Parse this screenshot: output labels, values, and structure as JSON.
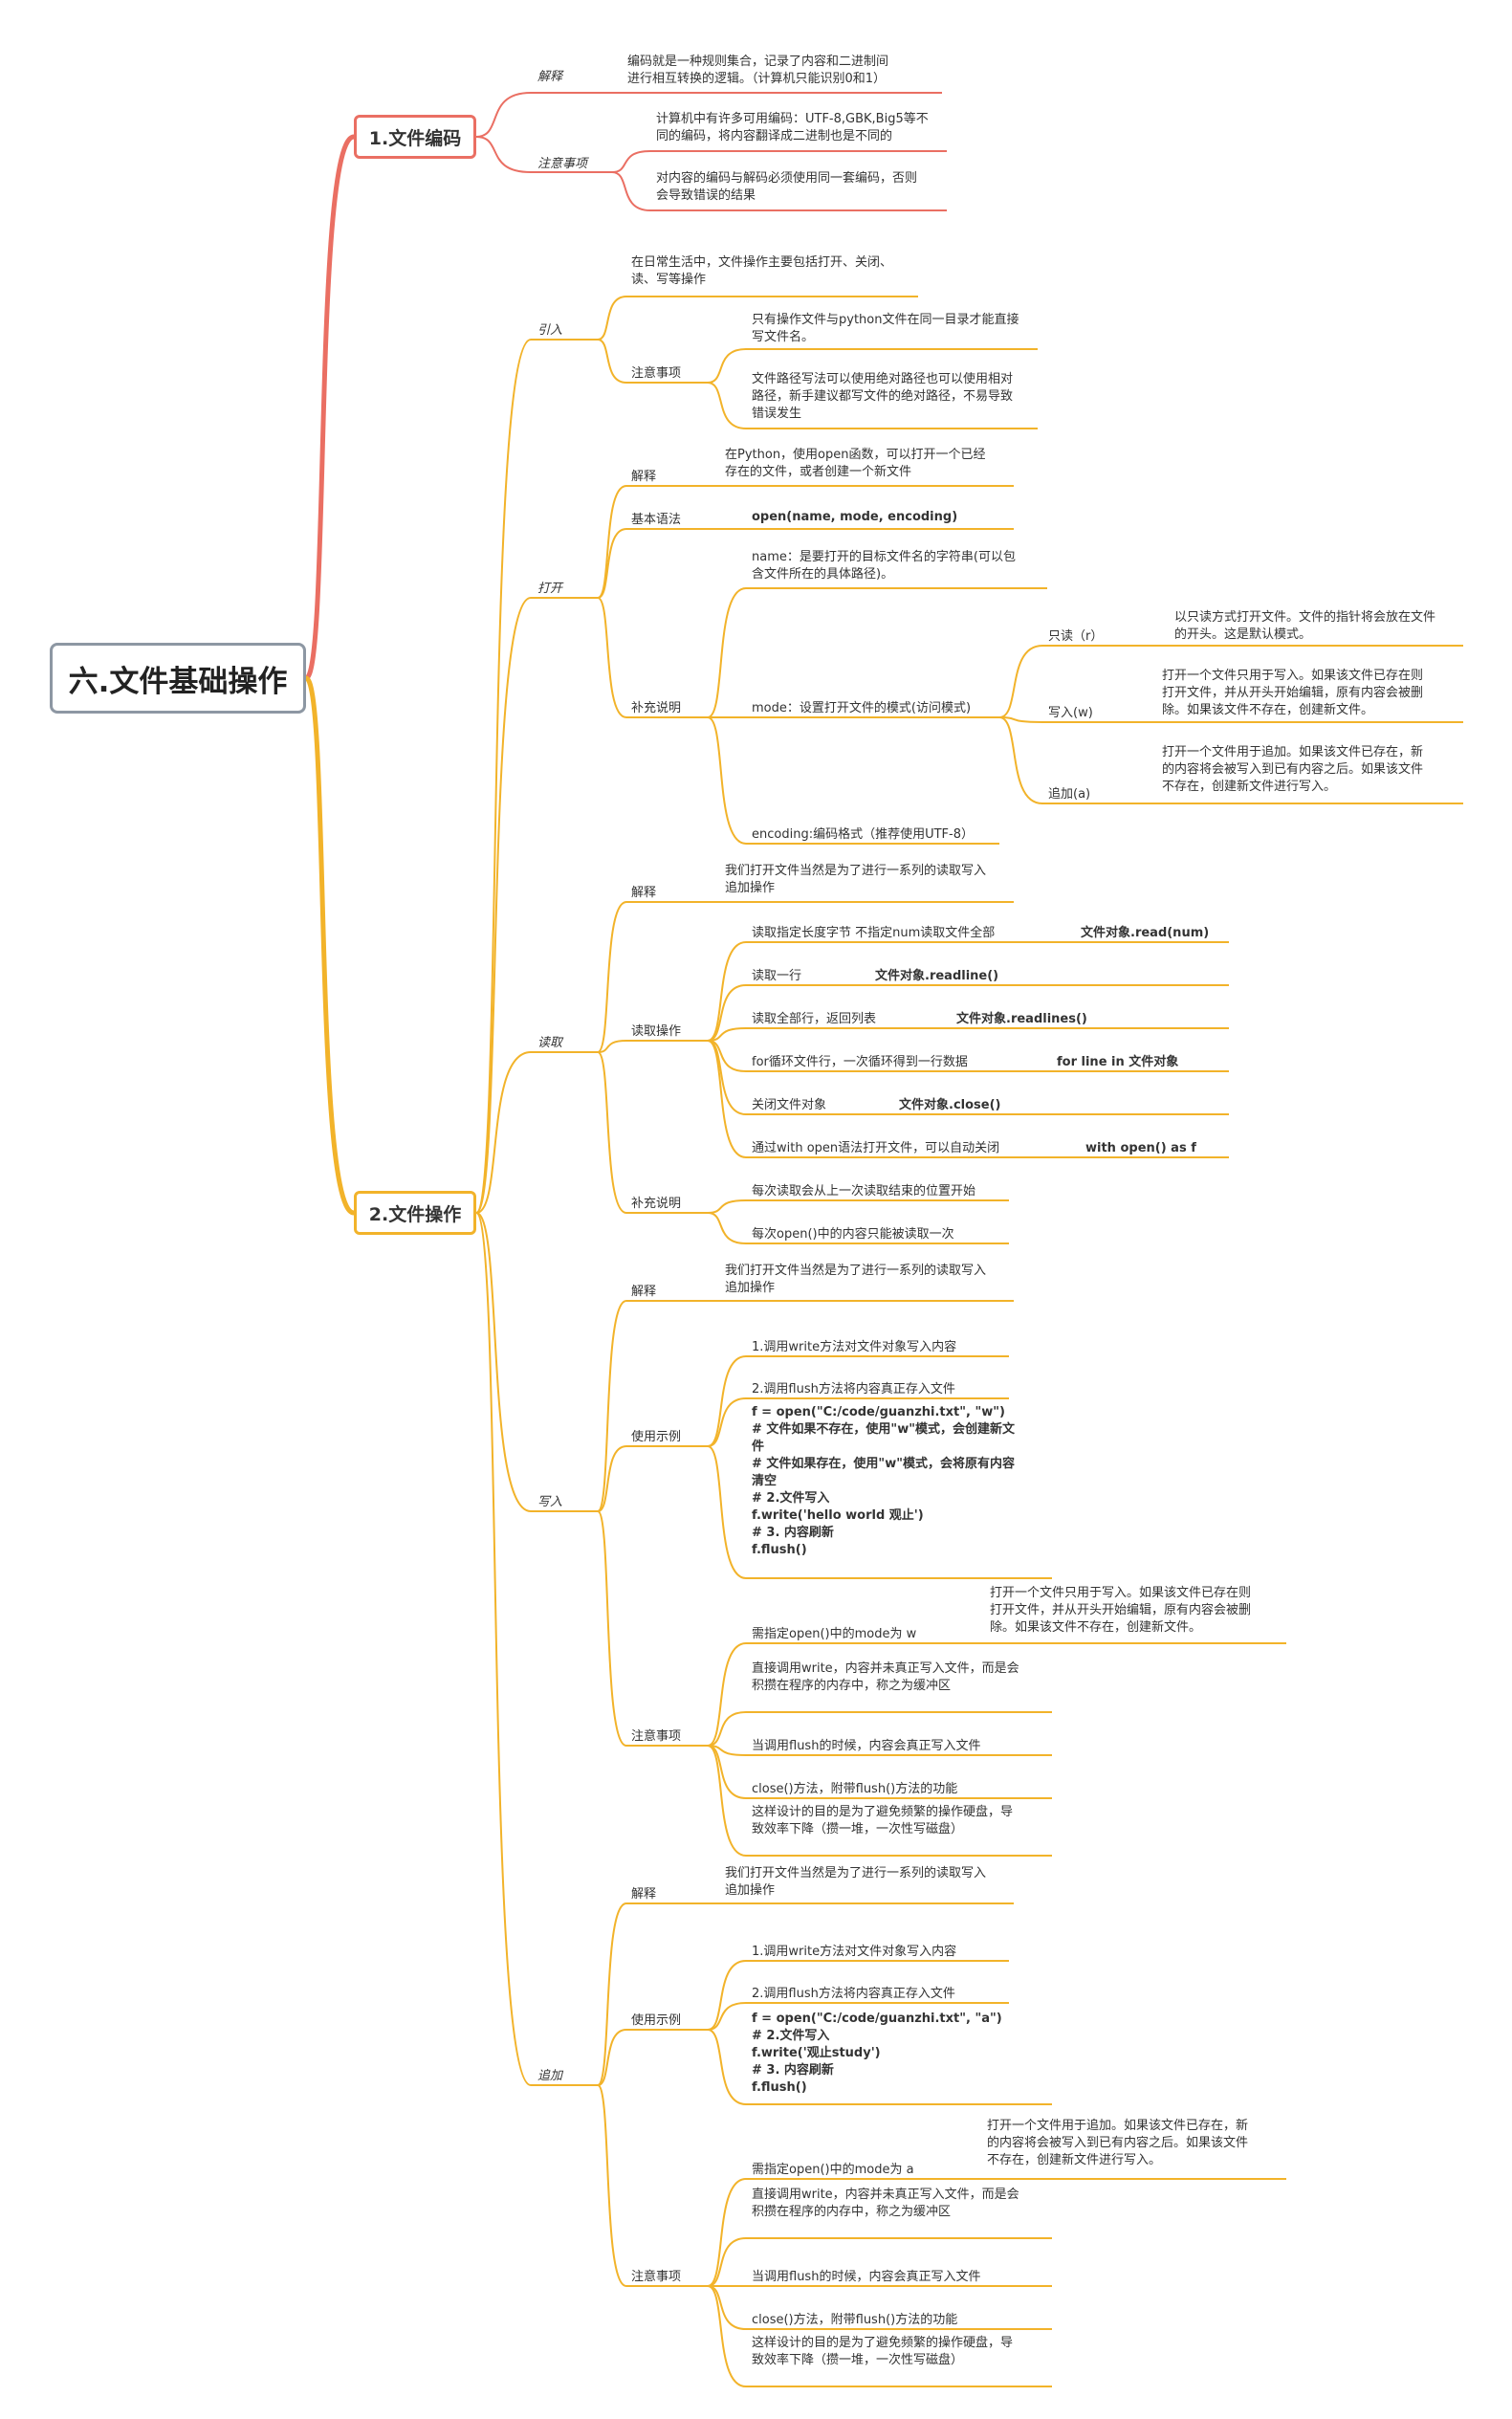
{
  "root": "六.文件基础操作",
  "colors": {
    "branch1": "#ea6f63",
    "branch2": "#f2b32a",
    "root_border": "#8d97a3"
  },
  "b1": {
    "title": "1.文件编码",
    "jieshi": {
      "label": "解释",
      "text": "编码就是一种规则集合，记录了内容和二进制间\n进行相互转换的逻辑。（计算机只能识别0和1）"
    },
    "zhuyi": {
      "label": "注意事项",
      "t1": "计算机中有许多可用编码：UTF-8,GBK,Big5等不\n同的编码，将内容翻译成二进制也是不同的",
      "t2": "对内容的编码与解码必须使用同一套编码，否则\n会导致错误的结果"
    }
  },
  "b2": {
    "title": "2.文件操作",
    "yinru": {
      "label": "引入",
      "text": "在日常生活中，文件操作主要包括打开、关闭、\n读、写等操作",
      "zhuyi_label": "注意事项",
      "z1": "只有操作文件与python文件在同一目录才能直接\n写文件名。",
      "z2": "文件路径写法可以使用绝对路径也可以使用相对\n路径，新手建议都写文件的绝对路径，不易导致\n错误发生"
    },
    "dakai": {
      "label": "打开",
      "jieshi_label": "解释",
      "jieshi": "在Python，使用open函数，可以打开一个已经\n存在的文件，或者创建一个新文件",
      "yufa_label": "基本语法",
      "yufa": "open(name, mode, encoding)",
      "buchong_label": "补充说明",
      "name": "name：是要打开的目标文件名的字符串(可以包\n含文件所在的具体路径)。",
      "mode": "mode：设置打开文件的模式(访问模式)",
      "r_label": "只读（r）",
      "r_text": "以只读方式打开文件。文件的指针将会放在文件\n的开头。这是默认模式。",
      "w_label": "写入(w)",
      "w_text": "打开一个文件只用于写入。如果该文件已存在则\n打开文件，并从开头开始编辑，原有内容会被删\n除。如果该文件不存在，创建新文件。",
      "a_label": "追加(a)",
      "a_text": "打开一个文件用于追加。如果该文件已存在，新\n的内容将会被写入到已有内容之后。如果该文件\n不存在，创建新文件进行写入。",
      "encoding": "encoding:编码格式（推荐使用UTF-8）"
    },
    "duqu": {
      "label": "读取",
      "jieshi_label": "解释",
      "jieshi": "我们打开文件当然是为了进行一系列的读取写入\n追加操作",
      "caozuo_label": "读取操作",
      "ops": [
        {
          "d": "读取指定长度字节 不指定num读取文件全部",
          "c": "文件对象.read(num)"
        },
        {
          "d": "读取一行",
          "c": "文件对象.readline()"
        },
        {
          "d": "读取全部行，返回列表",
          "c": "文件对象.readlines()"
        },
        {
          "d": "for循环文件行，一次循环得到一行数据",
          "c": "for line in 文件对象"
        },
        {
          "d": "关闭文件对象",
          "c": "文件对象.close()"
        },
        {
          "d": "通过with open语法打开文件，可以自动关闭",
          "c": "with open() as f"
        }
      ],
      "buchong_label": "补充说明",
      "b1": "每次读取会从上一次读取结束的位置开始",
      "b2": "每次open()中的内容只能被读取一次"
    },
    "xieru": {
      "label": "写入",
      "jieshi_label": "解释",
      "jieshi": "我们打开文件当然是为了进行一系列的读取写入\n追加操作",
      "shili_label": "使用示例",
      "s1": "1.调用write方法对文件对象写入内容",
      "s2": "2.调用flush方法将内容真正存入文件",
      "code": "f = open(\"C:/code/guanzhi.txt\", \"w\")\n# 文件如果不存在，使用\"w\"模式，会创建新文\n件\n# 文件如果存在，使用\"w\"模式，会将原有内容\n清空\n# 2.文件写入\nf.write('hello world 观止')\n# 3. 内容刷新\nf.flush()",
      "zhuyi_label": "注意事项",
      "z1": "需指定open()中的mode为 w",
      "z1_note": "打开一个文件只用于写入。如果该文件已存在则\n打开文件，并从开头开始编辑，原有内容会被删\n除。如果该文件不存在，创建新文件。",
      "z2": "直接调用write，内容并未真正写入文件，而是会\n积攒在程序的内存中，称之为缓冲区",
      "z3": "当调用flush的时候，内容会真正写入文件",
      "z4": "close()方法，附带flush()方法的功能",
      "z5": "这样设计的目的是为了避免频繁的操作硬盘，导\n致效率下降（攒一堆，一次性写磁盘）"
    },
    "zhuijia": {
      "label": "追加",
      "jieshi_label": "解释",
      "jieshi": "我们打开文件当然是为了进行一系列的读取写入\n追加操作",
      "shili_label": "使用示例",
      "s1": "1.调用write方法对文件对象写入内容",
      "s2": "2.调用flush方法将内容真正存入文件",
      "code": "f = open(\"C:/code/guanzhi.txt\", \"a\")\n# 2.文件写入\nf.write('观止study')\n# 3. 内容刷新\nf.flush()",
      "zhuyi_label": "注意事项",
      "z1": "需指定open()中的mode为 a",
      "z1_note": "打开一个文件用于追加。如果该文件已存在，新\n的内容将会被写入到已有内容之后。如果该文件\n不存在，创建新文件进行写入。",
      "z2": "直接调用write，内容并未真正写入文件，而是会\n积攒在程序的内存中，称之为缓冲区",
      "z3": "当调用flush的时候，内容会真正写入文件",
      "z4": "close()方法，附带flush()方法的功能",
      "z5": "这样设计的目的是为了避免频繁的操作硬盘，导\n致效率下降（攒一堆，一次性写磁盘）"
    }
  }
}
